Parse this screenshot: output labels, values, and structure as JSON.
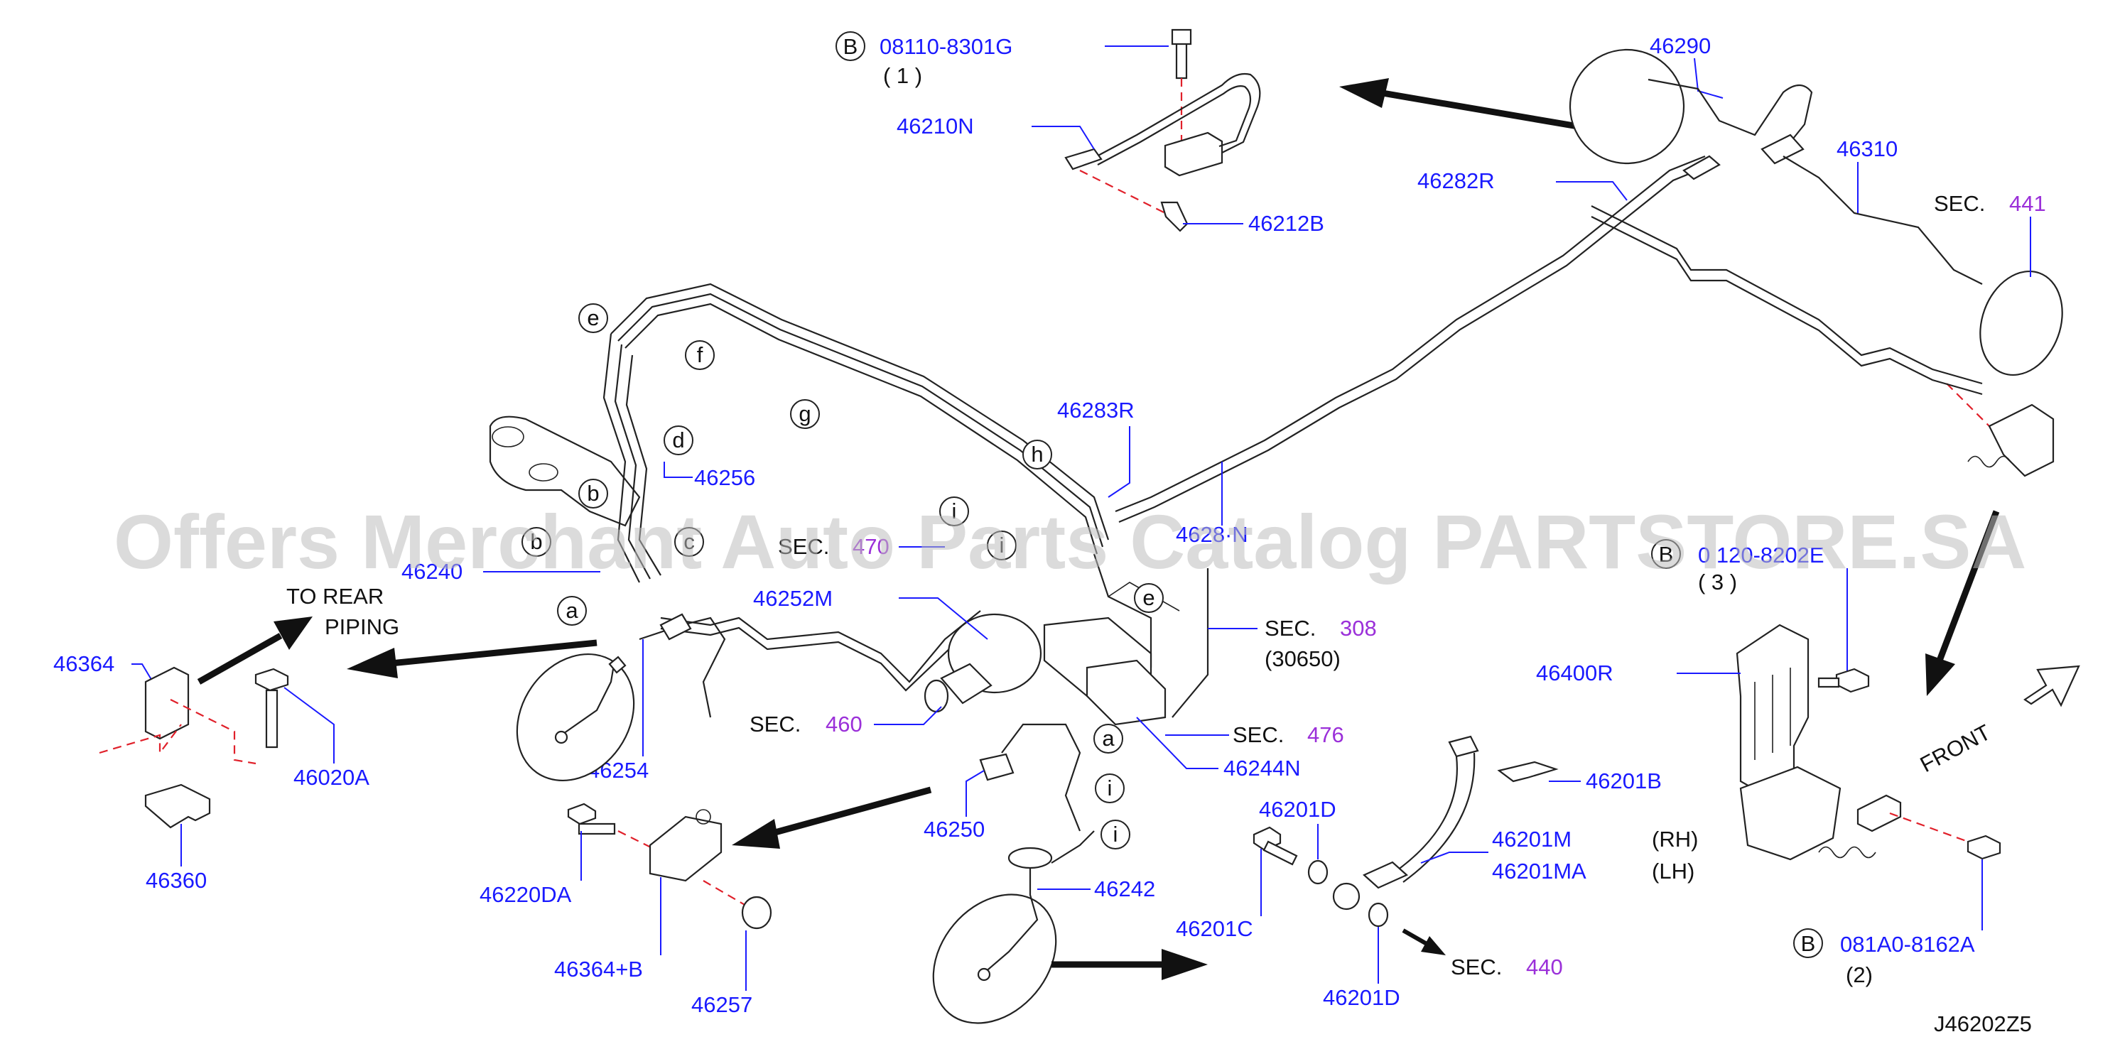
{
  "watermark": "Offers Merchant Auto Parts Catalog PARTSTORE.SA",
  "diagram_id": "J46202Z5",
  "notes": {
    "to_rear_line1": "TO  REAR",
    "to_rear_line2": "PIPING",
    "front": "FRONT"
  },
  "callouts": {
    "b": "B",
    "qty1": "( 1 )",
    "qty3": "( 3 )",
    "qty2": "(2)"
  },
  "parts": {
    "p08110": "08110-8301G",
    "p46210N": "46210N",
    "p46212B": "46212B",
    "p46290": "46290",
    "p46310": "46310",
    "p46282R": "46282R",
    "p46256": "46256",
    "p46240": "46240",
    "p46283R": "46283R",
    "p4628xN": "4628·N",
    "p46252M": "46252M",
    "p46254": "46254",
    "p46244N": "46244N",
    "p46250": "46250",
    "p46242": "46242",
    "p46364": "46364",
    "p46020A": "46020A",
    "p46360": "46360",
    "p46220DA": "46220DA",
    "p46364B": "46364+B",
    "p46257": "46257",
    "p46201D_top": "46201D",
    "p46201D_bot": "46201D",
    "p46201C": "46201C",
    "p46201M": "46201M",
    "p46201MA": "46201MA",
    "p46201B": "46201B",
    "p46400R": "46400R",
    "p0120": "0 120-8202E",
    "p081A0": "081A0-8162A"
  },
  "sides": {
    "rh": "(RH)",
    "lh": "(LH)"
  },
  "sections": {
    "sec": "SEC.",
    "s441": "441",
    "s470": "470",
    "s308": "308",
    "s30650": "(30650)",
    "s460": "460",
    "s476": "476",
    "s440": "440"
  },
  "letters": {
    "a1": "a",
    "a2": "a",
    "b1": "b",
    "b2": "b",
    "c": "c",
    "d": "d",
    "e1": "e",
    "e2": "e",
    "f": "f",
    "g": "g",
    "h": "h",
    "i1": "i",
    "i2": "i",
    "i3": "i",
    "i4": "i"
  },
  "colors": {
    "part_number": "#1a1aff",
    "section_ref": "#9b30d9",
    "line": "#222222",
    "alignment_dash": "#e0202a",
    "watermark": "#bdbdbd"
  }
}
